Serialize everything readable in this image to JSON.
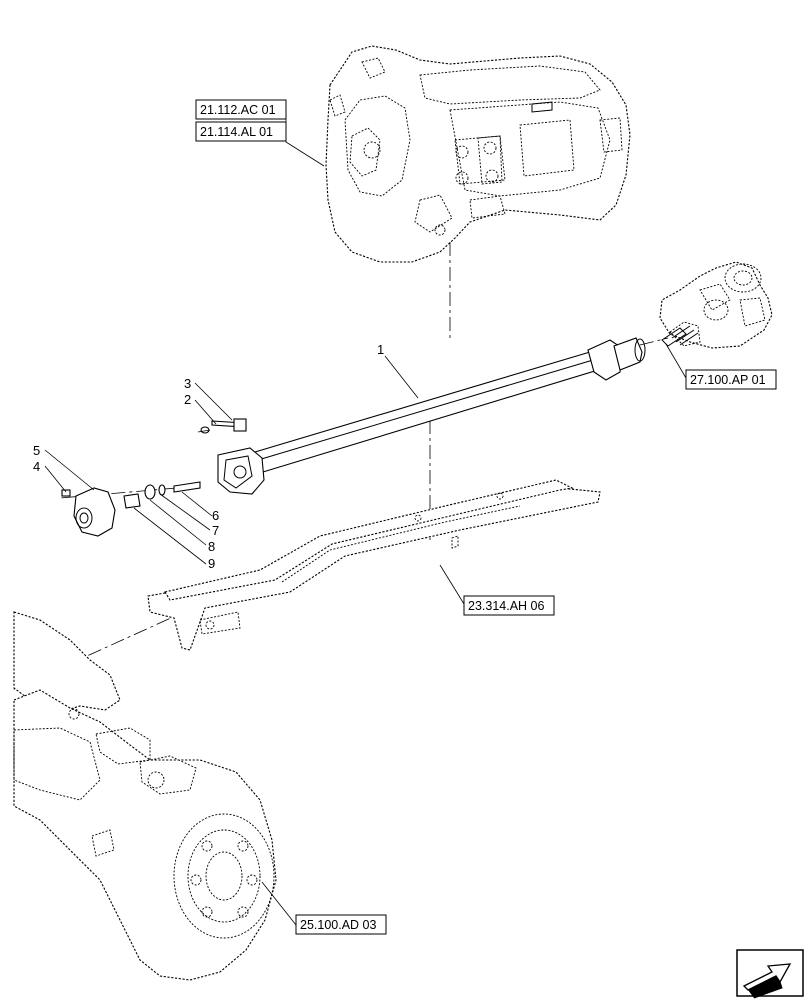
{
  "diagram": {
    "references": [
      {
        "id": "ref-21-112",
        "label": "21.112.AC 01"
      },
      {
        "id": "ref-21-114",
        "label": "21.114.AL 01"
      },
      {
        "id": "ref-27-100",
        "label": "27.100.AP 01"
      },
      {
        "id": "ref-23-314",
        "label": "23.314.AH 06"
      },
      {
        "id": "ref-25-100",
        "label": "25.100.AD 03"
      }
    ],
    "callouts": [
      "1",
      "2",
      "3",
      "4",
      "5",
      "6",
      "7",
      "8",
      "9"
    ],
    "nav_icon": "arrow-next-icon"
  }
}
